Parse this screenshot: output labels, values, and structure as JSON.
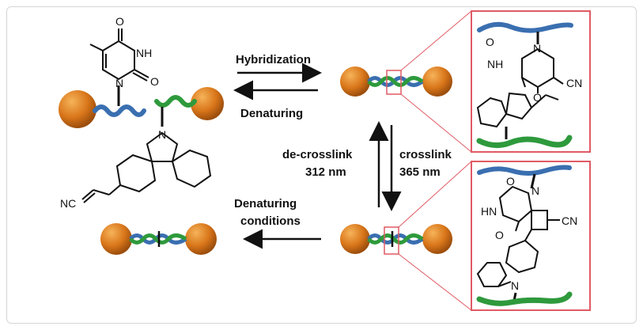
{
  "labels": {
    "hybridization": "Hybridization",
    "denaturing": "Denaturing",
    "de_crosslink_1": "de-crosslink",
    "de_crosslink_2": "312 nm",
    "crosslink_1": "crosslink",
    "crosslink_2": "365 nm",
    "denaturing_conditions_1": "Denaturing",
    "denaturing_conditions_2": "conditions"
  },
  "chem": {
    "O": "O",
    "NH": "NH",
    "N": "N",
    "HN": "HN",
    "NC": "NC",
    "CN": "CN"
  },
  "colors": {
    "bead": "#d9761a",
    "strand_blue": "#3a6fb0",
    "strand_green": "#2e9a3c",
    "zoom_box": "#e05a64",
    "text": "#111111"
  }
}
